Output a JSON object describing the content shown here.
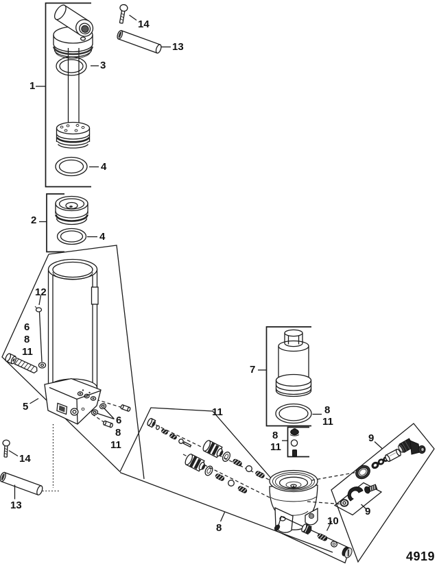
{
  "diagram": {
    "drawing_number": "4919",
    "background": "#ffffff",
    "line_color": "#1a1a1a",
    "callouts": [
      {
        "id": "rod-assembly-bracket",
        "label": "1"
      },
      {
        "id": "cap-assembly-bracket",
        "label": "2"
      },
      {
        "id": "rod-o-ring",
        "label": "3"
      },
      {
        "id": "piston-o-ring-upper",
        "label": "4"
      },
      {
        "id": "cap-o-ring-lower",
        "label": "4"
      },
      {
        "id": "cylinder-group",
        "label": "5"
      },
      {
        "id": "cylinder-hw-6",
        "label": "6"
      },
      {
        "id": "cylinder-hw-8",
        "label": "8"
      },
      {
        "id": "cylinder-hw-11",
        "label": "11"
      },
      {
        "id": "dipstick-rod",
        "label": "12"
      },
      {
        "id": "anchor-pin-top",
        "label": "13"
      },
      {
        "id": "screw-top",
        "label": "14"
      },
      {
        "id": "screw-bottom",
        "label": "14"
      },
      {
        "id": "anchor-pin-bottom",
        "label": "13"
      },
      {
        "id": "base-hw-6",
        "label": "6"
      },
      {
        "id": "base-hw-8",
        "label": "8"
      },
      {
        "id": "base-hw-11",
        "label": "11"
      },
      {
        "id": "valve-kit-11",
        "label": "11"
      },
      {
        "id": "valve-kit-8",
        "label": "8"
      },
      {
        "id": "reservoir-bracket",
        "label": "7"
      },
      {
        "id": "reservoir-o-ring-8",
        "label": "8"
      },
      {
        "id": "reservoir-o-ring-11",
        "label": "11"
      },
      {
        "id": "poppet-kit-8",
        "label": "8"
      },
      {
        "id": "poppet-kit-11",
        "label": "11"
      },
      {
        "id": "elbow-fitting-9",
        "label": "9"
      },
      {
        "id": "clip-kit-9",
        "label": "9"
      },
      {
        "id": "relief-valve-10",
        "label": "10"
      }
    ]
  }
}
